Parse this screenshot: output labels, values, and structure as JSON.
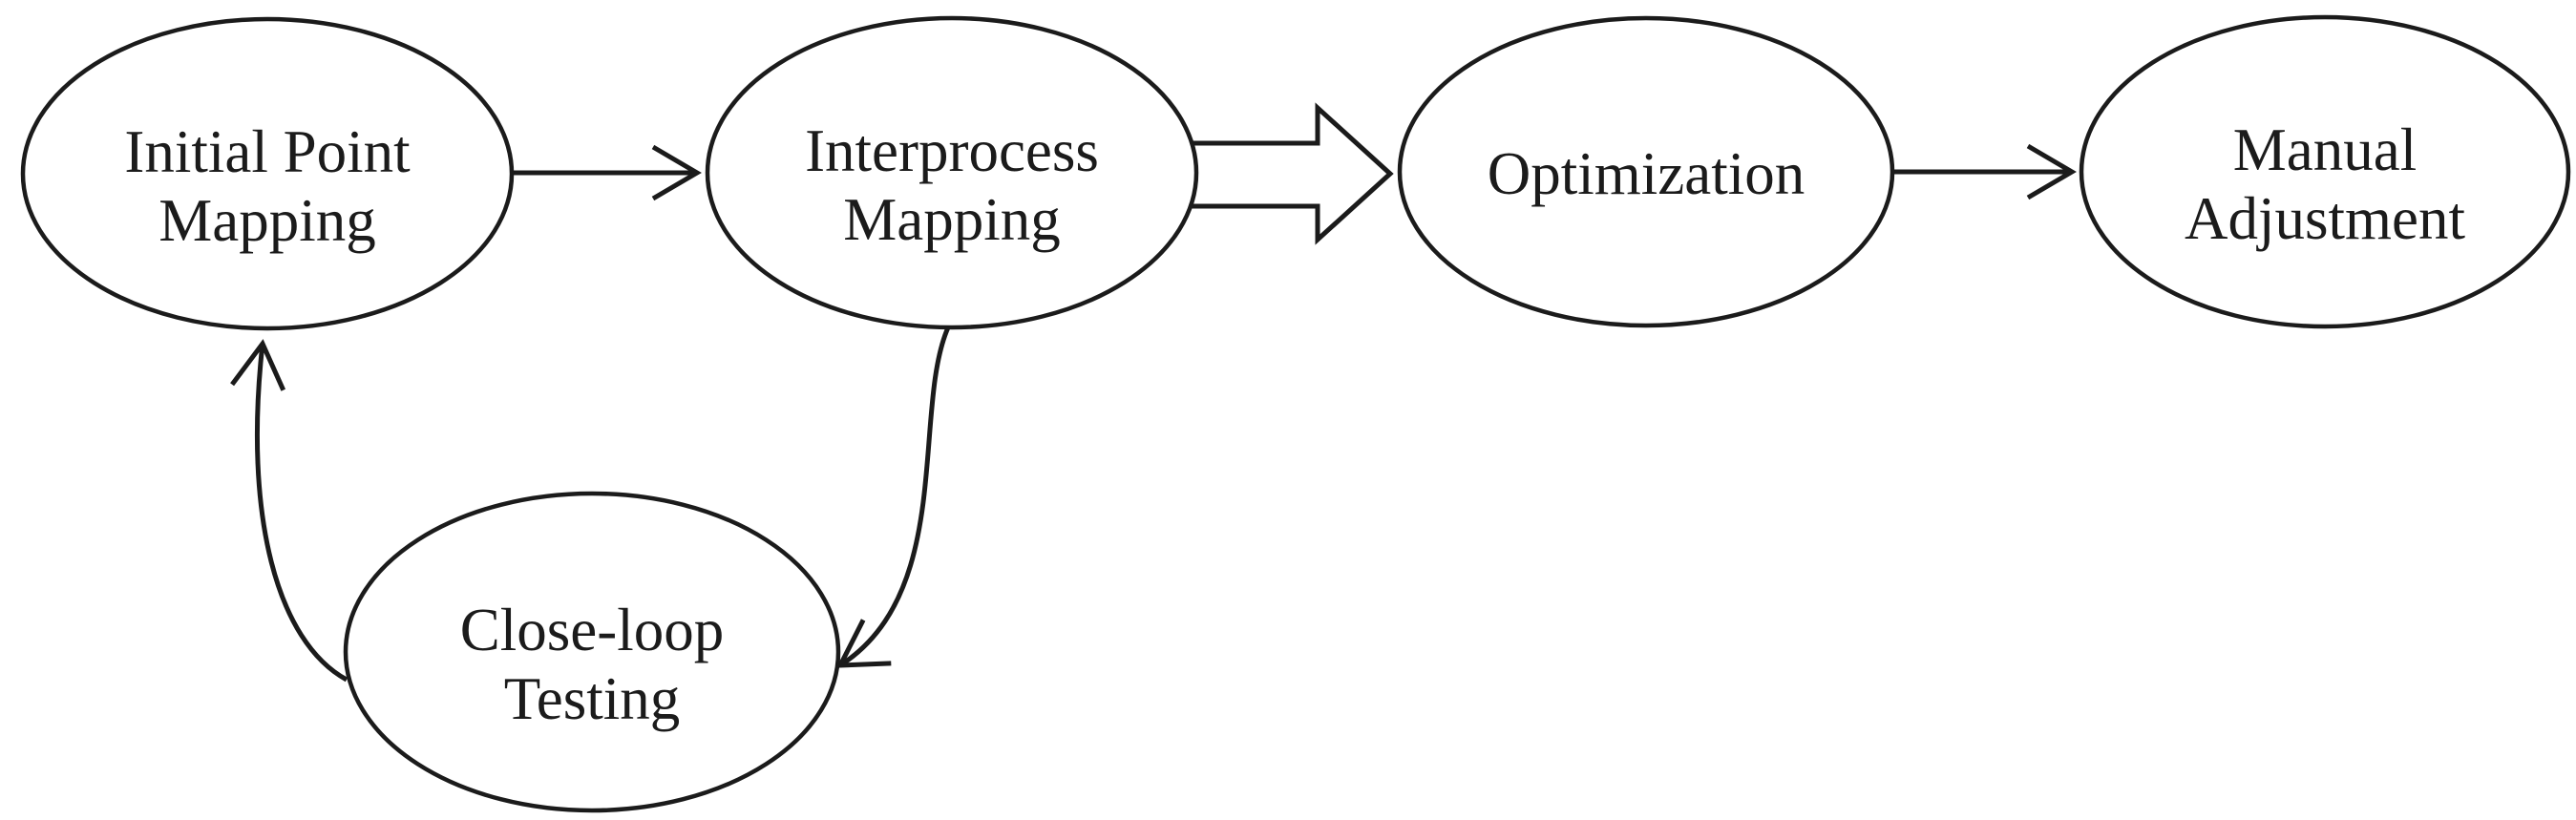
{
  "figure": {
    "type": "flowchart",
    "background_color": "#ffffff",
    "stroke_color": "#1b1b1b",
    "nodes": [
      {
        "id": "initial-point-mapping",
        "shape": "ellipse",
        "lines": [
          "Initial Point",
          "Mapping"
        ]
      },
      {
        "id": "interprocess-mapping",
        "shape": "ellipse",
        "lines": [
          "Interprocess",
          "Mapping"
        ]
      },
      {
        "id": "optimization",
        "shape": "ellipse",
        "lines": [
          "Optimization"
        ]
      },
      {
        "id": "manual-adjustment",
        "shape": "ellipse",
        "lines": [
          "Manual",
          "Adjustment"
        ]
      },
      {
        "id": "close-loop-testing",
        "shape": "ellipse",
        "lines": [
          "Close-loop",
          "Testing"
        ]
      }
    ],
    "edges": [
      {
        "from": "initial-point-mapping",
        "to": "interprocess-mapping",
        "style": "thin-open-arrow"
      },
      {
        "from": "interprocess-mapping",
        "to": "optimization",
        "style": "hollow-block-arrow"
      },
      {
        "from": "optimization",
        "to": "manual-adjustment",
        "style": "thin-open-arrow"
      },
      {
        "from": "interprocess-mapping",
        "to": "close-loop-testing",
        "style": "curved-open-arrow"
      },
      {
        "from": "close-loop-testing",
        "to": "initial-point-mapping",
        "style": "curved-open-arrow"
      }
    ]
  }
}
